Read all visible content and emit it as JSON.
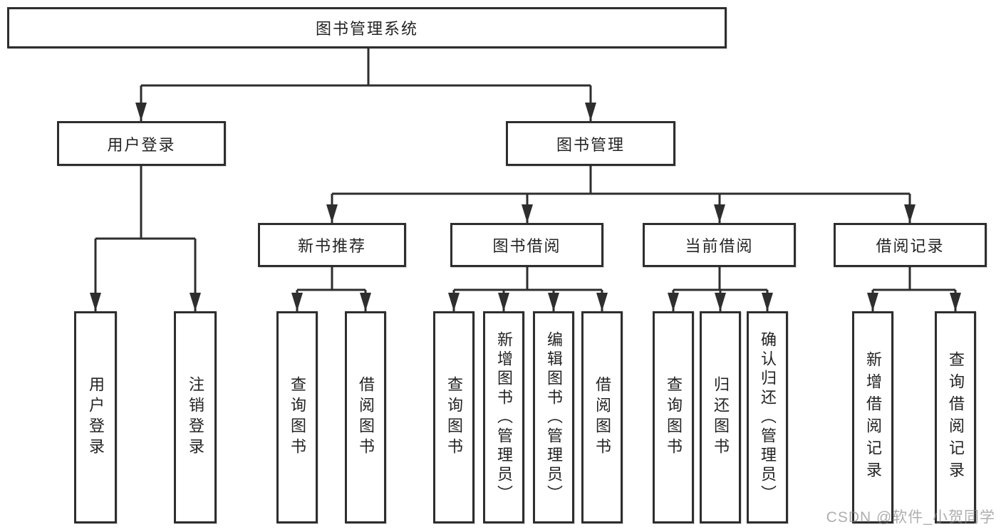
{
  "diagram_type": "hierarchy-tree",
  "colors": {
    "line": "#2e2e2e",
    "box_border": "#2e2e2e",
    "box_background": "#ffffff",
    "text": "#232323",
    "watermark": "#828282"
  },
  "tree": {
    "root": {
      "label": "图书管理系统"
    },
    "children": [
      {
        "label": "用户登录",
        "children": [
          {
            "label": "用户登录"
          },
          {
            "label": "注销登录"
          }
        ]
      },
      {
        "label": "图书管理",
        "children": [
          {
            "label": "新书推荐",
            "children": [
              {
                "label": "查询图书"
              },
              {
                "label": "借阅图书"
              }
            ]
          },
          {
            "label": "图书借阅",
            "children": [
              {
                "label": "查询图书"
              },
              {
                "label": "新增图书（管理员）"
              },
              {
                "label": "编辑图书（管理员）"
              },
              {
                "label": "借阅图书"
              }
            ]
          },
          {
            "label": "当前借阅",
            "children": [
              {
                "label": "查询图书"
              },
              {
                "label": "归还图书"
              },
              {
                "label": "确认归还（管理员）"
              }
            ]
          },
          {
            "label": "借阅记录",
            "children": [
              {
                "label": "新增借阅记录"
              },
              {
                "label": "查询借阅记录"
              }
            ]
          }
        ]
      }
    ]
  },
  "watermark": {
    "text": "CSDN @软件_小贺同学"
  }
}
